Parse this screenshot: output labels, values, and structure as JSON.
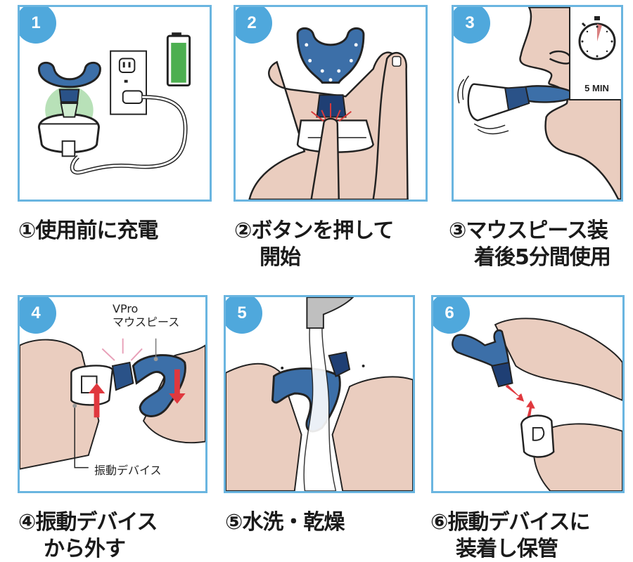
{
  "steps": [
    {
      "number": "1",
      "caption_line1": "①使用前に充電",
      "caption_line2": "",
      "illustration": "mouthpiece-charging-with-outlet-and-battery-icon"
    },
    {
      "number": "2",
      "caption_line1": "②ボタンを押して",
      "caption_line2": "開始",
      "illustration": "finger-pressing-device-button"
    },
    {
      "number": "3",
      "caption_line1": "③マウスピース装",
      "caption_line2": "着後5分間使用",
      "illustration": "face-with-mouthpiece-vibrating",
      "timer_label": "5 MIN"
    },
    {
      "number": "4",
      "caption_line1": "④振動デバイス",
      "caption_line2": "から外す",
      "illustration": "hands-separating-device-and-mouthpiece",
      "callout_top_line1": "VPro",
      "callout_top_line2": "マウスピース",
      "callout_bottom": "振動デバイス"
    },
    {
      "number": "5",
      "caption_line1": "⑤水洗・乾燥",
      "caption_line2": "",
      "illustration": "rinsing-mouthpiece-under-faucet"
    },
    {
      "number": "6",
      "caption_line1": "⑥振動デバイスに",
      "caption_line2": "装着し保管",
      "illustration": "attaching-mouthpiece-to-device"
    }
  ],
  "colors": {
    "panel_border": "#6ab5e0",
    "badge": "#4fa8dc",
    "mouthpiece_blue": "#3c6fa8",
    "mouthpiece_dark": "#1f3f74",
    "skin": "#eacdbf",
    "charge_green": "#4caf50",
    "arrow_red": "#e0383e"
  }
}
